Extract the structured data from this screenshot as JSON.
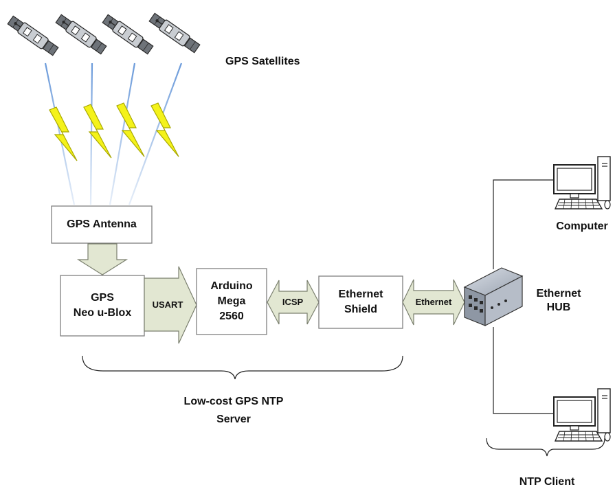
{
  "satellites": {
    "label": "GPS Satellites",
    "count": 4
  },
  "antenna": {
    "label": "GPS Antenna"
  },
  "gps_module": {
    "line1": "GPS",
    "line2": "Neo u-Blox"
  },
  "arduino": {
    "line1": "Arduino",
    "line2": "Mega",
    "line3": "2560"
  },
  "shield": {
    "line1": "Ethernet",
    "line2": "Shield"
  },
  "links": {
    "usart": "USART",
    "icsp": "ICSP",
    "ethernet": "Ethernet"
  },
  "hub": {
    "line1": "Ethernet",
    "line2": "HUB"
  },
  "computer": {
    "label": "Computer"
  },
  "server_group": {
    "line1": "Low-cost GPS NTP",
    "line2": "Server"
  },
  "client_group": {
    "label": "NTP Client"
  },
  "colors": {
    "signal_fill": "#f4f21a",
    "signal_stroke": "#a8a800",
    "beam_blue": "#5a8fd6",
    "arrow_fill": "#e2e7d2",
    "arrow_stroke": "#7a7f6e",
    "box_stroke": "#7f7f7f",
    "line": "#222222"
  }
}
